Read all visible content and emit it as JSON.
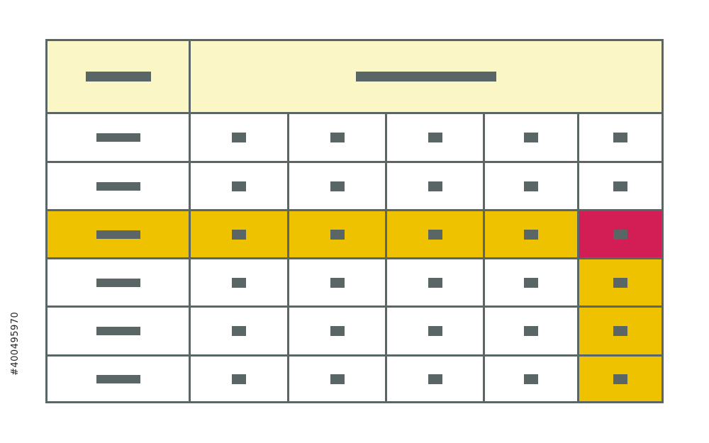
{
  "table": {
    "columns": 6,
    "rows": 6,
    "highlight_row": 2,
    "highlight_col": 5,
    "colors": {
      "border": "#5a6566",
      "placeholder": "#5a6566",
      "header_fill": "#fbf6c5",
      "cell_fill": "#ffffff",
      "highlight_fill": "#efc200",
      "intersection_fill": "#d21e55"
    }
  },
  "watermark": {
    "stock_id": "#400495970"
  }
}
